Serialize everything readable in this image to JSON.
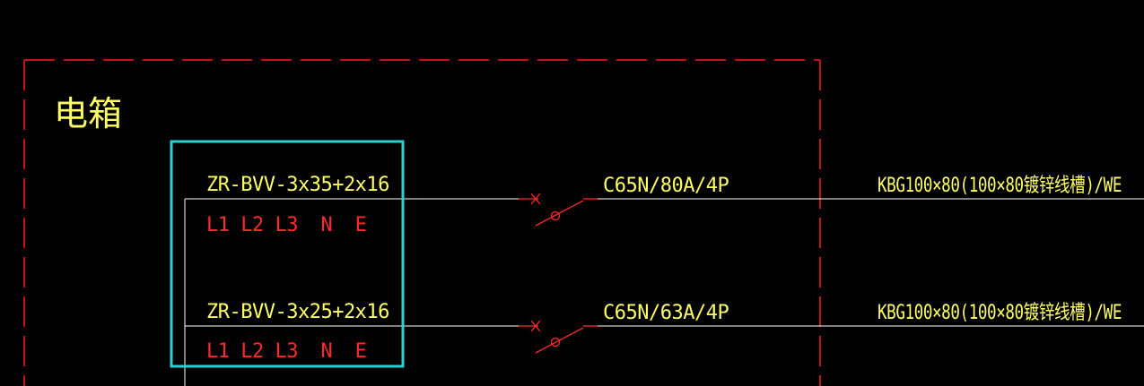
{
  "colors": {
    "background": "#000000",
    "boundary": "#ff1a1a",
    "wire": "#ffffff",
    "label": "#ffff66",
    "phase": "#ff2a2a",
    "highlight": "#29d1d1",
    "switch": "#ff2a2a"
  },
  "enclosure": {
    "title": "电箱"
  },
  "circuits": [
    {
      "cable": "ZR-BVV-3x35+2x16",
      "phases": "L1 L2 L3  N  E",
      "breaker": "C65N/80A/4P",
      "conduit": "KBG100×80(100×80镀锌线槽)/WE"
    },
    {
      "cable": "ZR-BVV-3x25+2x16",
      "phases": "L1 L2 L3  N  E",
      "breaker": "C65N/63A/4P",
      "conduit": "KBG100×80(100×80镀锌线槽)/WE"
    }
  ]
}
